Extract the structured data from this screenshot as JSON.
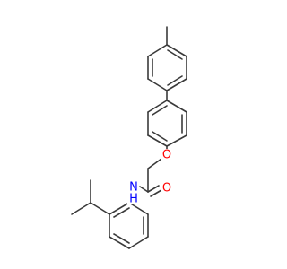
{
  "structure": {
    "atoms": {
      "oxygen_ether": {
        "label": "O",
        "color": "#ff0000"
      },
      "oxygen_carbonyl": {
        "label": "O",
        "color": "#ff0000"
      },
      "nitrogen_amide": {
        "label": "N",
        "color": "#0000ff"
      },
      "hydrogen_amide": {
        "label": "H",
        "color": "#0000ff"
      }
    },
    "bond_color": "#3a3a3a"
  }
}
